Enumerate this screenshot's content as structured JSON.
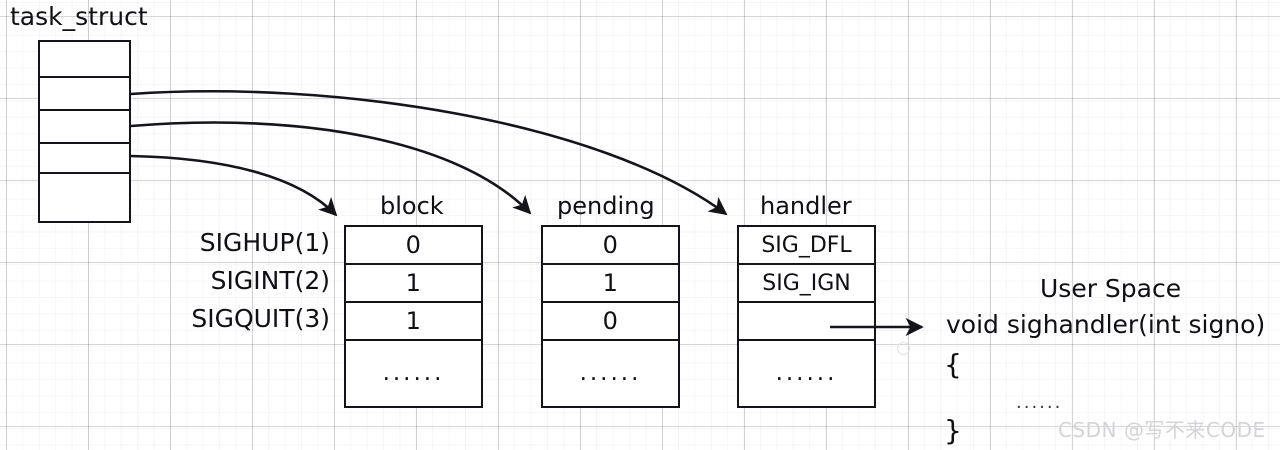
{
  "diagram": {
    "title": "task_struct",
    "task_struct": {
      "label": "task_struct",
      "rows": [
        "",
        "",
        "",
        "",
        ""
      ]
    },
    "tables": [
      {
        "key": "block",
        "title": "block",
        "cells": [
          "0",
          "1",
          "1",
          "......"
        ]
      },
      {
        "key": "pending",
        "title": "pending",
        "cells": [
          "0",
          "1",
          "0",
          "......"
        ]
      },
      {
        "key": "handler",
        "title": "handler",
        "cells": [
          "SIG_DFL",
          "SIG_IGN",
          "",
          "......"
        ]
      }
    ],
    "signal_names": [
      "SIGHUP(1)",
      "SIGINT(2)",
      "SIGQUIT(3)"
    ],
    "user_space": {
      "title": "User Space",
      "signature": "void sighandler(int signo)",
      "brace_open": "{",
      "body": "......",
      "brace_close": "}"
    },
    "watermark": "CSDN @写不来CODE",
    "colors": {
      "line": "#14141a",
      "text": "#0f0f14",
      "grid_major": "#c9c9cf",
      "grid_minor": "#efeff2",
      "watermark": "#d4d4d8",
      "background": "#ffffff"
    }
  }
}
